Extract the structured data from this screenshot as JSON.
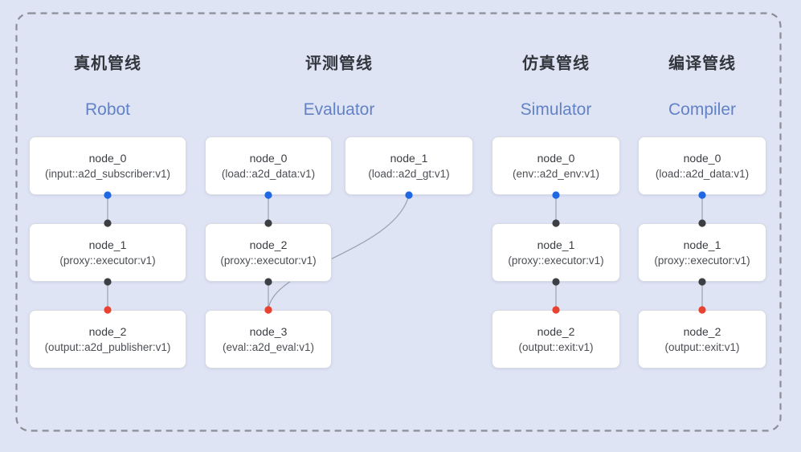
{
  "diagram": {
    "background": "#dfe4f5",
    "border_color": "#8a8e95",
    "edge_color": "#9aa1ad",
    "node_fill": "#ffffff",
    "node_border": "#d8dbe1",
    "title_color": "#33363c",
    "subtitle_color": "#6282c6",
    "dot_colors": {
      "blue": "#2068e3",
      "black": "#3c3f44",
      "red": "#e74330"
    }
  },
  "pipelines": [
    {
      "id": "robot",
      "title_cn": "真机管线",
      "title_en": "Robot",
      "nodes": [
        {
          "id": "node_0",
          "label": "node_0",
          "type": "(input::a2d_subscriber:v1)",
          "row": 0,
          "col": 0
        },
        {
          "id": "node_1",
          "label": "node_1",
          "type": "(proxy::executor:v1)",
          "row": 1,
          "col": 0
        },
        {
          "id": "node_2",
          "label": "node_2",
          "type": "(output::a2d_publisher:v1)",
          "row": 2,
          "col": 0
        }
      ],
      "edges": [
        {
          "from": "node_0",
          "to": "node_1",
          "from_dot": "blue",
          "to_dot": "black",
          "curved": false
        },
        {
          "from": "node_1",
          "to": "node_2",
          "from_dot": "black",
          "to_dot": "red",
          "curved": false
        }
      ]
    },
    {
      "id": "evaluator",
      "title_cn": "评测管线",
      "title_en": "Evaluator",
      "nodes": [
        {
          "id": "node_0",
          "label": "node_0",
          "type": "(load::a2d_data:v1)",
          "row": 0,
          "col": 0
        },
        {
          "id": "node_1",
          "label": "node_1",
          "type": "(load::a2d_gt:v1)",
          "row": 0,
          "col": 1
        },
        {
          "id": "node_2",
          "label": "node_2",
          "type": "(proxy::executor:v1)",
          "row": 1,
          "col": 0
        },
        {
          "id": "node_3",
          "label": "node_3",
          "type": "(eval::a2d_eval:v1)",
          "row": 2,
          "col": 0
        }
      ],
      "edges": [
        {
          "from": "node_0",
          "to": "node_2",
          "from_dot": "blue",
          "to_dot": "black",
          "curved": false
        },
        {
          "from": "node_2",
          "to": "node_3",
          "from_dot": "black",
          "to_dot": "red",
          "curved": false
        },
        {
          "from": "node_1",
          "to": "node_3",
          "from_dot": "blue",
          "to_dot": "red",
          "curved": true
        }
      ]
    },
    {
      "id": "simulator",
      "title_cn": "仿真管线",
      "title_en": "Simulator",
      "nodes": [
        {
          "id": "node_0",
          "label": "node_0",
          "type": "(env::a2d_env:v1)",
          "row": 0,
          "col": 0
        },
        {
          "id": "node_1",
          "label": "node_1",
          "type": "(proxy::executor:v1)",
          "row": 1,
          "col": 0
        },
        {
          "id": "node_2",
          "label": "node_2",
          "type": "(output::exit:v1)",
          "row": 2,
          "col": 0
        }
      ],
      "edges": [
        {
          "from": "node_0",
          "to": "node_1",
          "from_dot": "blue",
          "to_dot": "black",
          "curved": false
        },
        {
          "from": "node_1",
          "to": "node_2",
          "from_dot": "black",
          "to_dot": "red",
          "curved": false
        }
      ]
    },
    {
      "id": "compiler",
      "title_cn": "编译管线",
      "title_en": "Compiler",
      "nodes": [
        {
          "id": "node_0",
          "label": "node_0",
          "type": "(load::a2d_data:v1)",
          "row": 0,
          "col": 0
        },
        {
          "id": "node_1",
          "label": "node_1",
          "type": "(proxy::executor:v1)",
          "row": 1,
          "col": 0
        },
        {
          "id": "node_2",
          "label": "node_2",
          "type": "(output::exit:v1)",
          "row": 2,
          "col": 0
        }
      ],
      "edges": [
        {
          "from": "node_0",
          "to": "node_1",
          "from_dot": "blue",
          "to_dot": "black",
          "curved": false
        },
        {
          "from": "node_1",
          "to": "node_2",
          "from_dot": "black",
          "to_dot": "red",
          "curved": false
        }
      ]
    }
  ]
}
